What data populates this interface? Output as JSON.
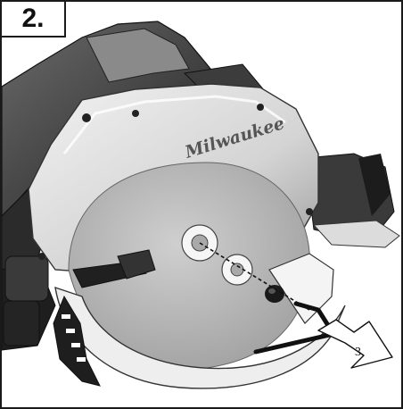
{
  "figure": {
    "step_label": "2.",
    "brand_logo_text": "Milwaukee",
    "callout_number": "3",
    "icons": {
      "main": "circular-saw-illustration",
      "arrow": "direction-arrow-icon",
      "tool": "hex-key-icon"
    },
    "colors": {
      "border": "#1a1a1a",
      "guard": "#d9d9d9",
      "blade": "#b8b8b8",
      "body_dark": "#2e2e2e",
      "background": "#ffffff"
    }
  }
}
